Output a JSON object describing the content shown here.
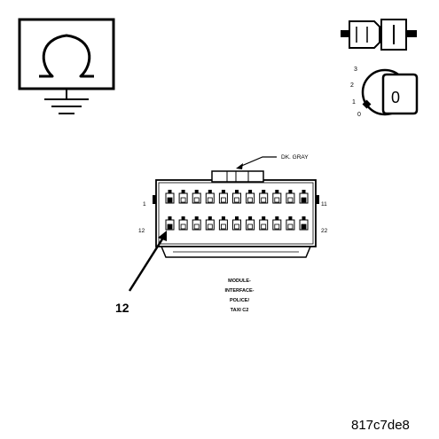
{
  "connector": {
    "color_label": "DK. GRAY",
    "pin_first_top": "1",
    "pin_last_top": "11",
    "pin_first_bottom": "12",
    "pin_last_bottom": "22",
    "callout_pin": "12",
    "caption_lines": [
      "MODULE-",
      "INTERFACE-",
      "POLICE/",
      "TAXI C2"
    ]
  },
  "key_switch": {
    "positions": [
      "3",
      "2",
      "1",
      "0"
    ],
    "key_label": "0"
  },
  "figure_id": "817c7de8",
  "icons": [
    "ohmmeter-ground-icon",
    "connector-plug-icon",
    "ignition-key-icon"
  ]
}
